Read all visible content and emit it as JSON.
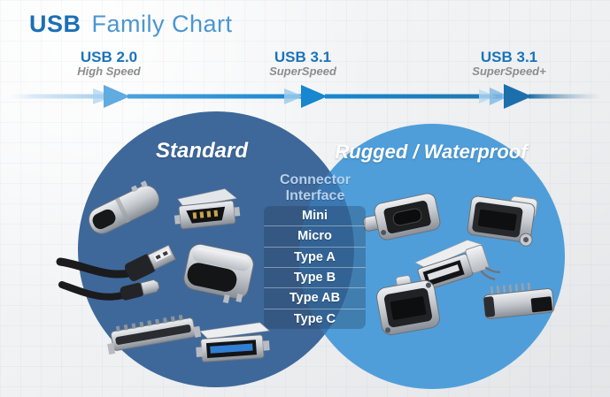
{
  "title": {
    "brand": "USB",
    "rest": "Family Chart"
  },
  "timeline": {
    "milestones": [
      {
        "name": "USB 2.0",
        "speed": "High Speed"
      },
      {
        "name": "USB 3.1",
        "speed": "SuperSpeed"
      },
      {
        "name": "USB 3.1",
        "speed": "SuperSpeed+"
      }
    ]
  },
  "venn": {
    "left": {
      "label": "Standard"
    },
    "right": {
      "label": "Rugged / Waterproof"
    },
    "center": {
      "header": "Connector Interface",
      "items": [
        "Mini",
        "Micro",
        "Type A",
        "Type B",
        "Type AB",
        "Type C"
      ]
    }
  },
  "connector_images": {
    "standard": [
      "usb-type-c-receptacle",
      "mini-usb-receptacle",
      "usb-a-and-micro-usb-cables",
      "usb-type-c-plug-shell",
      "micro-usb-smt-receptacle",
      "usb3-type-a-receptacle"
    ],
    "rugged": [
      "rugged-micro-usb-panel-connector",
      "rugged-usb-a-receptacle",
      "rugged-usb-a-plug",
      "rugged-usb-a-flange-connector",
      "rugged-io-connector"
    ]
  },
  "colors": {
    "brand_blue": "#1a70b6",
    "title_light_blue": "#4a96d2",
    "milestone_blue": "#1b74ba",
    "speed_gray": "#8d8d8d",
    "left_circle": "#3e689a",
    "right_circle": "#4f9eda",
    "overlap": "#3b78b2",
    "arrow_blue": "#1787cf",
    "list_text": "#ffffff",
    "list_header": "#b6d0ea"
  }
}
